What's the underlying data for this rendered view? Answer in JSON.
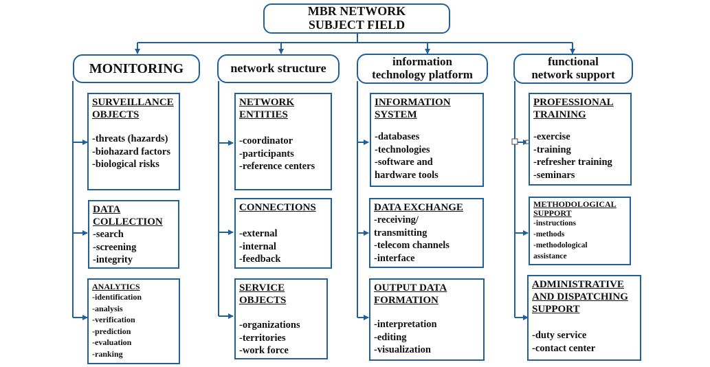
{
  "title": {
    "line1": "MBR NETWORK",
    "line2": "SUBJECT FIELD"
  },
  "columns": [
    {
      "header": [
        "MONITORING"
      ],
      "boxes": [
        {
          "title": [
            "SURVEILLANCE",
            "OBJECTS"
          ],
          "items": [
            "-threats (hazards)",
            "-biohazard factors",
            "-biological risks"
          ]
        },
        {
          "title": [
            "DATA",
            "COLLECTION"
          ],
          "items": [
            "-search",
            "-screening",
            "-integrity"
          ]
        },
        {
          "title": [
            "ANALYTICS"
          ],
          "items": [
            "-identification",
            "-analysis",
            "-verification",
            "-prediction",
            "-evaluation",
            "-ranking"
          ]
        }
      ]
    },
    {
      "header": [
        "network structure"
      ],
      "boxes": [
        {
          "title": [
            "NETWORK",
            "ENTITIES"
          ],
          "items": [
            "-coordinator",
            "-participants",
            "-reference centers"
          ]
        },
        {
          "title": [
            "CONNECTIONS"
          ],
          "items": [
            "-external",
            "-internal",
            "-feedback"
          ]
        },
        {
          "title": [
            "SERVICE",
            "OBJECTS"
          ],
          "items": [
            "-organizations",
            "-territories",
            "-work force"
          ]
        }
      ]
    },
    {
      "header": [
        "information",
        "technology platform"
      ],
      "boxes": [
        {
          "title": [
            "INFORMATION",
            "SYSTEM"
          ],
          "items": [
            "-databases",
            "-technologies",
            "-software and",
            "hardware tools"
          ]
        },
        {
          "title": [
            "DATA EXCHANGE"
          ],
          "items": [
            "-receiving/",
            "transmitting",
            "-telecom channels",
            "-interface"
          ]
        },
        {
          "title": [
            "OUTPUT DATA",
            "FORMATION"
          ],
          "items": [
            "-interpretation",
            "-editing",
            "-visualization"
          ]
        }
      ]
    },
    {
      "header": [
        "functional",
        "network support"
      ],
      "boxes": [
        {
          "title": [
            "PROFESSIONAL",
            "TRAINING"
          ],
          "items": [
            "-exercise",
            "-training",
            "-refresher training",
            "-seminars"
          ]
        },
        {
          "title": [
            "METHODOLOGICAL",
            "SUPPORT"
          ],
          "items": [
            "-instructions",
            "-methods",
            "-methodological",
            "assistance"
          ]
        },
        {
          "title": [
            "ADMINISTRATIVE",
            "AND DISPATCHING",
            "SUPPORT"
          ],
          "items": [
            "-duty service",
            "-contact center"
          ]
        }
      ]
    }
  ],
  "colors": {
    "line": "#1f5fa0",
    "border": "#1f5fa0",
    "text": "#111111"
  }
}
